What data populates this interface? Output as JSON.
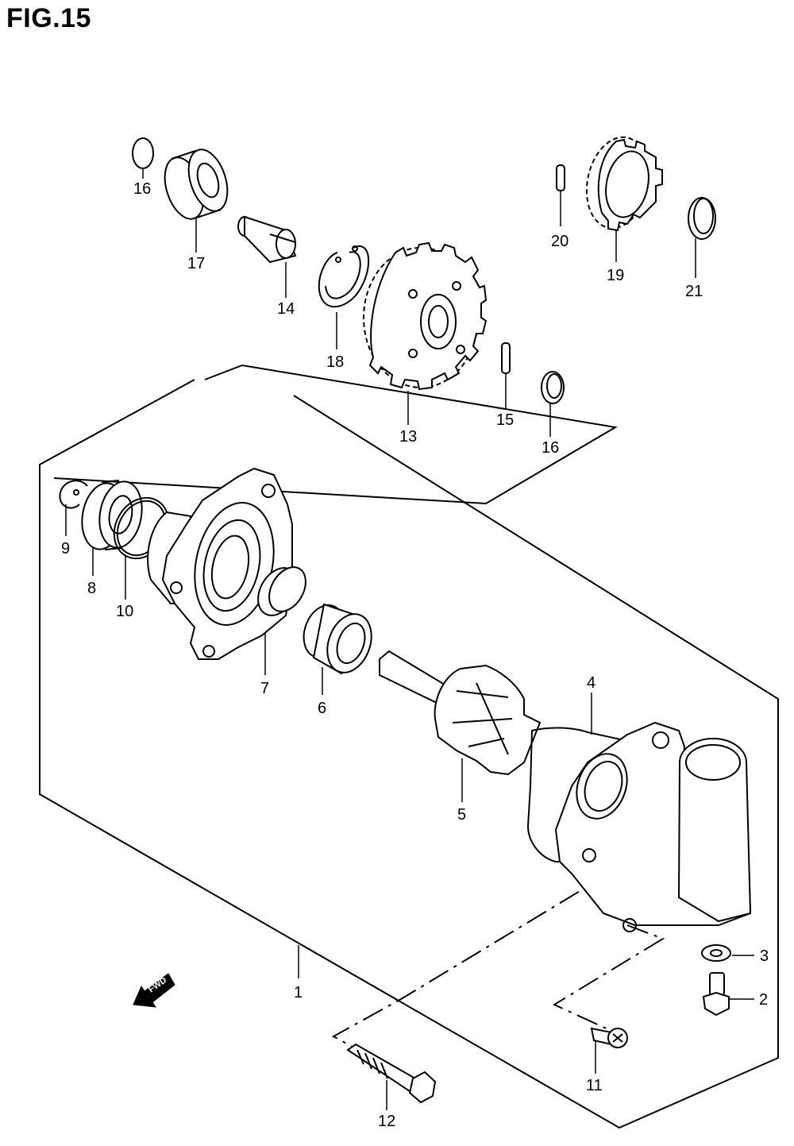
{
  "figure": {
    "title": "FIG.15"
  },
  "direction_badge": {
    "label": "FWD"
  },
  "parts": [
    {
      "key": "p16a",
      "label": "16"
    },
    {
      "key": "p17",
      "label": "17"
    },
    {
      "key": "p14",
      "label": "14"
    },
    {
      "key": "p18",
      "label": "18"
    },
    {
      "key": "p13",
      "label": "13"
    },
    {
      "key": "p20",
      "label": "20"
    },
    {
      "key": "p19",
      "label": "19"
    },
    {
      "key": "p21",
      "label": "21"
    },
    {
      "key": "p15",
      "label": "15"
    },
    {
      "key": "p16b",
      "label": "16"
    },
    {
      "key": "p9",
      "label": "9"
    },
    {
      "key": "p8",
      "label": "8"
    },
    {
      "key": "p10",
      "label": "10"
    },
    {
      "key": "p7",
      "label": "7"
    },
    {
      "key": "p6",
      "label": "6"
    },
    {
      "key": "p4",
      "label": "4"
    },
    {
      "key": "p5",
      "label": "5"
    },
    {
      "key": "p3",
      "label": "3"
    },
    {
      "key": "p2",
      "label": "2"
    },
    {
      "key": "p1",
      "label": "1"
    },
    {
      "key": "p11",
      "label": "11"
    },
    {
      "key": "p12",
      "label": "12"
    }
  ]
}
